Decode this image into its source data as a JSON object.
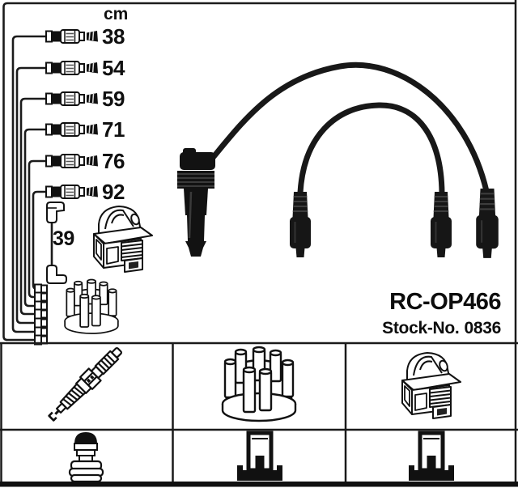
{
  "header": {
    "unit_label": "cm"
  },
  "cables": [
    {
      "length_cm": "38"
    },
    {
      "length_cm": "54"
    },
    {
      "length_cm": "59"
    },
    {
      "length_cm": "71"
    },
    {
      "length_cm": "76"
    },
    {
      "length_cm": "92"
    }
  ],
  "coil_lead": {
    "length_cm": "39"
  },
  "product": {
    "part_number": "RC-OP466",
    "stock_label": "Stock-No.",
    "stock_number": "0836"
  },
  "icons": {
    "legend_row1": [
      "spark-plug",
      "distributor-cap",
      "ignition-coil"
    ],
    "legend_row2": [
      "spark-plug-boot",
      "distributor-side-connector",
      "coil-side-connector"
    ]
  },
  "colors": {
    "line_art": "#1a1a1a",
    "cable_photo_black": "#161616",
    "background": "#ffffff"
  }
}
